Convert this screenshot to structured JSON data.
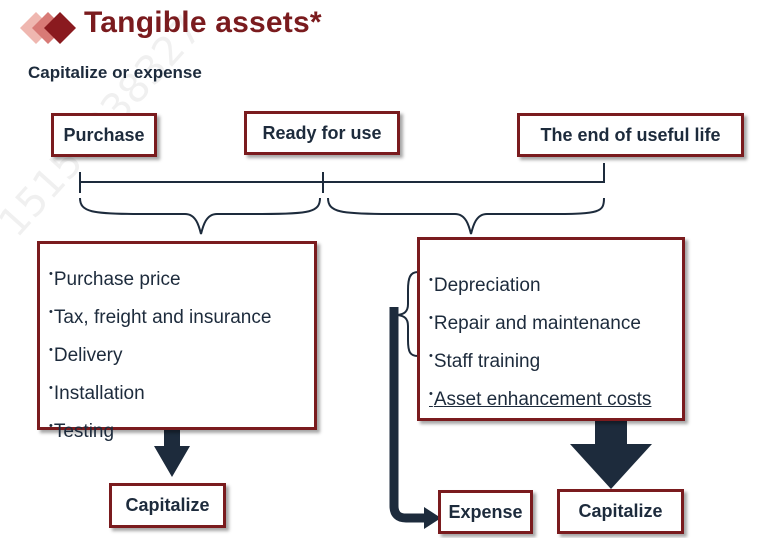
{
  "title": "Tangible assets*",
  "subtitle": "Capitalize or expense",
  "timeline": {
    "purchase": "Purchase",
    "ready": "Ready for use",
    "end": "The end of  useful life"
  },
  "left_items": [
    "Purchase price",
    "Tax, freight and insurance",
    "Delivery",
    "Installation",
    "Testing"
  ],
  "right_items": [
    "Depreciation",
    "Repair and maintenance",
    "Staff training",
    "Asset enhancement costs"
  ],
  "outcomes": {
    "left_capitalize": "Capitalize",
    "expense": "Expense",
    "right_capitalize": "Capitalize"
  },
  "watermark": "15150238327",
  "colors": {
    "accent": "#7a1b1e",
    "navy": "#1d2b3c",
    "diamond_light": "#e8a0a0"
  }
}
